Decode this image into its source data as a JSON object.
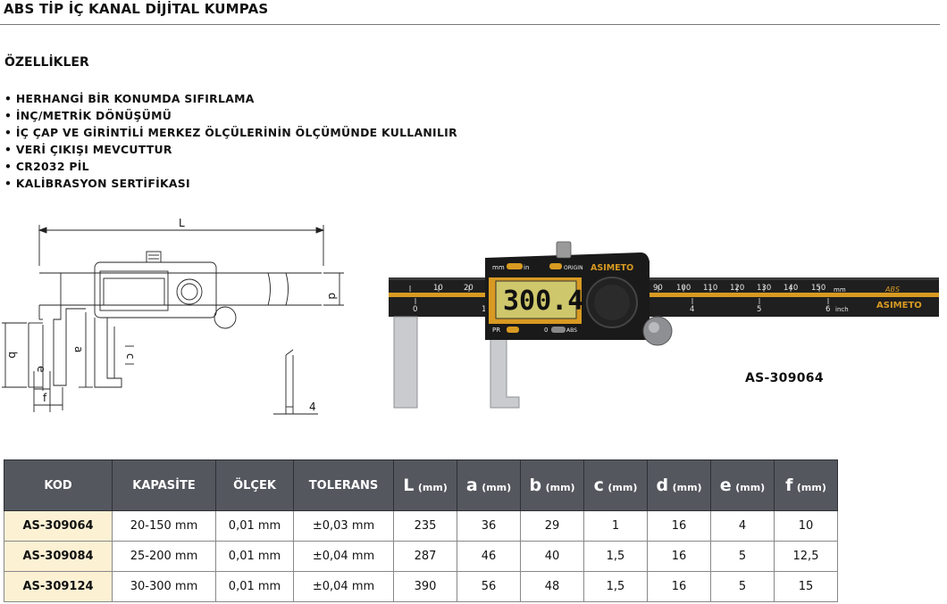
{
  "title": "ABS TİP İÇ KANAL DİJİTAL KUMPAS",
  "features_heading": "ÖZELLİKLER",
  "features": [
    "HERHANGİ BİR KONUMDA SIFIRLAMA",
    "İNÇ/METRİK DÖNÜŞÜMÜ",
    "İÇ ÇAP VE GİRİNTİLİ MERKEZ ÖLÇÜLERİNİN ÖLÇÜMÜNDE KULLANILIR",
    "VERİ ÇIKIŞI MEVCUTTUR",
    "CR2032 PİL",
    "KALİBRASYON SERTİFİKASI"
  ],
  "diagram": {
    "labels": {
      "L": "L",
      "a": "a",
      "b": "b",
      "c": "c",
      "d": "d",
      "e": "e",
      "f": "f",
      "side": "4"
    }
  },
  "photo": {
    "brand": "ASIMETO",
    "display_value": "300.4",
    "btn_unit": "mm",
    "btn_unit2": "in",
    "btn_origin": "ORIGIN",
    "btn_pr": "PR",
    "btn_zero": "0",
    "btn_abs": "ABS",
    "scale_top": [
      "10",
      "20",
      "90",
      "100",
      "110",
      "120",
      "130",
      "140",
      "150"
    ],
    "scale_unit_mm": "mm",
    "scale_bottom": [
      "0",
      "1",
      "4",
      "5",
      "6"
    ],
    "scale_unit_inch": "inch",
    "abs_logo": "ABS"
  },
  "model_caption": "AS-309064",
  "table": {
    "headers": {
      "kod": "KOD",
      "kapasite": "KAPASİTE",
      "olcek": "ÖLÇEK",
      "tolerans": "TOLERANS",
      "L": "L",
      "a": "a",
      "b": "b",
      "c": "c",
      "d": "d",
      "e": "e",
      "f": "f",
      "unit": "(mm)"
    },
    "rows": [
      {
        "kod": "AS-309064",
        "kapasite": "20-150 mm",
        "olcek": "0,01 mm",
        "tolerans": "±0,03 mm",
        "L": "235",
        "a": "36",
        "b": "29",
        "c": "1",
        "d": "16",
        "e": "4",
        "f": "10"
      },
      {
        "kod": "AS-309084",
        "kapasite": "25-200 mm",
        "olcek": "0,01 mm",
        "tolerans": "±0,04 mm",
        "L": "287",
        "a": "46",
        "b": "40",
        "c": "1,5",
        "d": "16",
        "e": "5",
        "f": "12,5"
      },
      {
        "kod": "AS-309124",
        "kapasite": "30-300 mm",
        "olcek": "0,01 mm",
        "tolerans": "±0,04 mm",
        "L": "390",
        "a": "56",
        "b": "48",
        "c": "1,5",
        "d": "16",
        "e": "5",
        "f": "15"
      }
    ]
  }
}
